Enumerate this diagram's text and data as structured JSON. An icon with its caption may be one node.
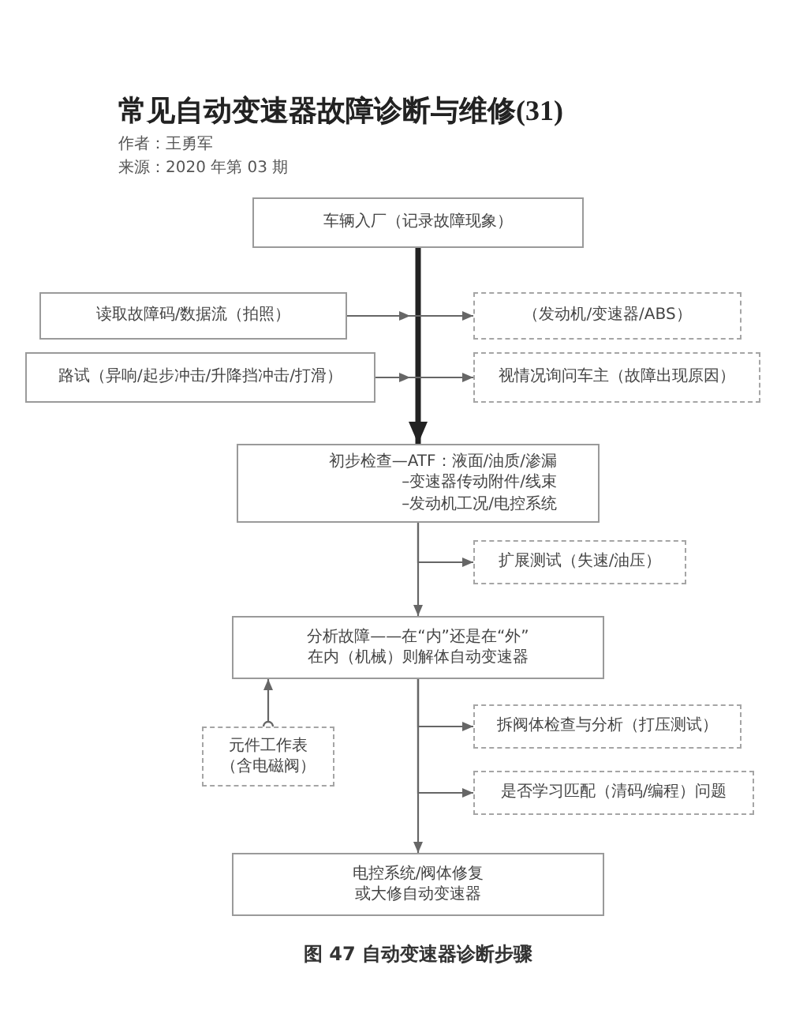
{
  "diagram": {
    "title": "常见自动变速器故障诊断与维修(31)",
    "caption": "图 47 自动变速器诊断步骤",
    "labels": [
      "作者：王勇军",
      "来源：2020 年第 03 期"
    ],
    "nodes": [
      {
        "text": [
          "车辆入厂（记录故障现象）"
        ]
      },
      {
        "text": [
          "读取故障码/数据流（拍照）"
        ]
      },
      {
        "text": [
          "（发动机/变速器/ABS）"
        ]
      },
      {
        "text": [
          "路试（异响/起步冲击/升降挡冲击/打滑）"
        ]
      },
      {
        "text": [
          "视情况询问车主（故障出现原因）"
        ]
      },
      {
        "text": [
          "初步检查—ATF：液面/油质/渗漏",
          "–变速器传动附件/线束",
          "–发动机工况/电控系统"
        ]
      },
      {
        "text": [
          "扩展测试（失速/油压）"
        ]
      },
      {
        "text": [
          "分析故障——在“内”还是在“外”",
          "在内（机械）则解体自动变速器"
        ]
      },
      {
        "text": [
          "元件工作表（含电磁阀）"
        ]
      },
      {
        "text": [
          "拆阀体检查与分析（打压测试）"
        ]
      },
      {
        "text": [
          "是否学习匹配（清码/编程）问题"
        ]
      },
      {
        "text": [
          "电控系统/阀体修复或大修自动变速器"
        ]
      }
    ],
    "edges": [
      {
        "from": 0,
        "to": 5,
        "arrow": "to",
        "style": "thick",
        "color": "#222222"
      },
      {
        "from": 1,
        "to": 2,
        "arrow": "to"
      },
      {
        "from": 3,
        "to": 4,
        "arrow": "to"
      },
      {
        "from": 5,
        "to": 6,
        "arrow": "to"
      },
      {
        "from": 5,
        "to": 7,
        "arrow": "to"
      },
      {
        "from": 8,
        "to": 7,
        "arrow": "to"
      },
      {
        "from": 7,
        "to": 9,
        "arrow": "to"
      },
      {
        "from": 7,
        "to": 10,
        "arrow": "to"
      },
      {
        "from": 7,
        "to": 11,
        "arrow": "to"
      }
    ]
  }
}
